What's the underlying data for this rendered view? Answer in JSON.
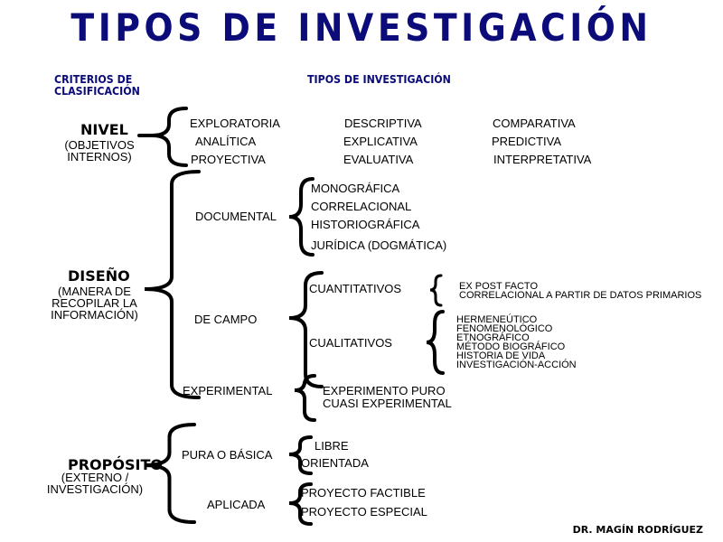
{
  "title": "TIPOS DE INVESTIGACIÓN",
  "headers": {
    "criterios_line1": "CRITERIOS DE",
    "criterios_line2": "CLASIFICACIÓN",
    "tipos": "TIPOS DE INVESTIGACIÓN"
  },
  "nivel": {
    "label": "NIVEL",
    "sub1": "(OBJETIVOS",
    "sub2": "INTERNOS)",
    "types": [
      "EXPLORATORIA",
      "DESCRIPTIVA",
      "COMPARATIVA",
      "ANALÍTICA",
      "EXPLICATIVA",
      "PREDICTIVA",
      "PROYECTIVA",
      "EVALUATIVA",
      "INTERPRETATIVA"
    ]
  },
  "diseno": {
    "label": "DISEÑO",
    "sub1": "(MANERA DE",
    "sub2": "RECOPILAR LA",
    "sub3": "INFORMACIÓN)",
    "documental": {
      "label": "DOCUMENTAL",
      "items": [
        "MONOGRÁFICA",
        "CORRELACIONAL",
        "HISTORIOGRÁFICA",
        "JURÍDICA (DOGMÁTICA)"
      ]
    },
    "campo": {
      "label": "DE   CAMPO",
      "cuantitativos": {
        "label": "CUANTITATIVOS",
        "items": [
          "EX POST FACTO",
          "CORRELACIONAL  A PARTIR DE DATOS PRIMARIOS"
        ]
      },
      "cualitativos": {
        "label": "CUALITATIVOS",
        "items": [
          "HERMENEÚTICO",
          "FENOMENOLÓGICO",
          "ETNOGRÁFICO",
          "MÉTODO BIOGRÁFICO",
          "HISTORIA  DE VIDA",
          "INVESTIGACIÓN-ACCIÓN"
        ]
      }
    },
    "experimental": {
      "label": "EXPERIMENTAL",
      "items": [
        "EXPERIMENTO PURO",
        "CUASI EXPERIMENTAL"
      ]
    }
  },
  "proposito": {
    "label": "PROPÓSITO",
    "sub1": "(EXTERNO /",
    "sub2": "INVESTIGACIÓN)",
    "pura": {
      "label": "PURA O BÁSICA",
      "items": [
        "LIBRE",
        "ORIENTADA"
      ]
    },
    "aplicada": {
      "label": "APLICADA",
      "items": [
        "PROYECTO FACTIBLE",
        "PROYECTO ESPECIAL"
      ]
    }
  },
  "author": "DR. MAGÍN RODRÍGUEZ",
  "colors": {
    "title": "#0b0b7a"
  }
}
